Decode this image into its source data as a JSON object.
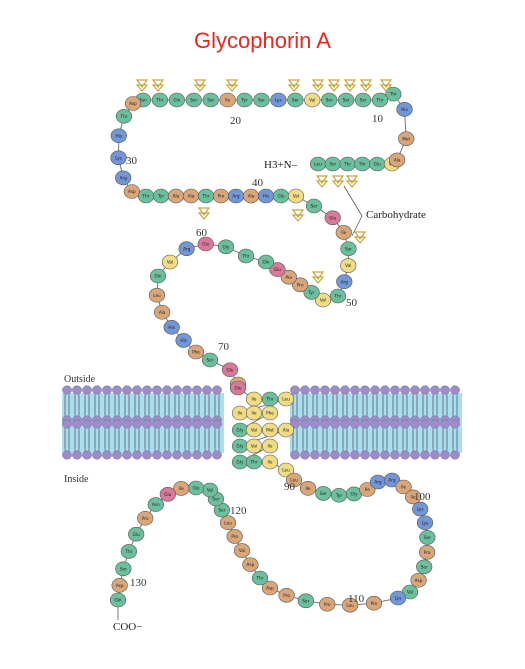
{
  "title": "Glycophorin A",
  "colors": {
    "title": "#e8281e",
    "hydrophilic": "#d9a679",
    "polar": "#6cbf9c",
    "acidic": "#d9789a",
    "basic": "#7296d6",
    "hydrophobic": "#f0dc84",
    "carbohydrate": "#c5a63a",
    "membrane_head": "#9e8cc8",
    "membrane_core": "#a7e0ea"
  },
  "labels": {
    "outside": "Outside",
    "inside": "Inside",
    "n_terminus": "H3+N–",
    "c_terminus": "COO−",
    "carbohydrate": "Carbohydrate"
  },
  "position_numbers": [
    "10",
    "20",
    "30",
    "40",
    "50",
    "60",
    "70",
    "90",
    "100",
    "110",
    "120",
    "130"
  ],
  "sequence": [
    {
      "n": 1,
      "r": "Leu",
      "t": "polar"
    },
    {
      "n": 2,
      "r": "Ser",
      "t": "polar"
    },
    {
      "n": 3,
      "r": "Thr",
      "t": "polar"
    },
    {
      "n": 4,
      "r": "Thr",
      "t": "polar"
    },
    {
      "n": 5,
      "r": "Glu",
      "t": "polar"
    },
    {
      "n": 6,
      "r": "Val",
      "t": "hydrophobic"
    },
    {
      "n": 7,
      "r": "Ala",
      "t": "hydrophilic"
    },
    {
      "n": 8,
      "r": "Met",
      "t": "hydrophilic"
    },
    {
      "n": 9,
      "r": "His",
      "t": "basic"
    },
    {
      "n": 10,
      "r": "Thr",
      "t": "polar"
    },
    {
      "n": 11,
      "r": "Thr",
      "t": "polar"
    },
    {
      "n": 12,
      "r": "Ser",
      "t": "polar"
    },
    {
      "n": 13,
      "r": "Ser",
      "t": "polar"
    },
    {
      "n": 14,
      "r": "Ser",
      "t": "polar"
    },
    {
      "n": 15,
      "r": "Val",
      "t": "hydrophobic"
    },
    {
      "n": 16,
      "r": "Ser",
      "t": "polar"
    },
    {
      "n": 17,
      "r": "Lys",
      "t": "basic"
    },
    {
      "n": 18,
      "r": "Ser",
      "t": "polar"
    },
    {
      "n": 19,
      "r": "Tyr",
      "t": "polar"
    },
    {
      "n": 20,
      "r": "Ile",
      "t": "hydrophilic"
    },
    {
      "n": 21,
      "r": "Ser",
      "t": "polar"
    },
    {
      "n": 22,
      "r": "Ser",
      "t": "polar"
    },
    {
      "n": 23,
      "r": "Gln",
      "t": "polar"
    },
    {
      "n": 24,
      "r": "Thr",
      "t": "polar"
    },
    {
      "n": 25,
      "r": "Asn",
      "t": "polar"
    },
    {
      "n": 26,
      "r": "Asp",
      "t": "hydrophilic"
    },
    {
      "n": 27,
      "r": "Thr",
      "t": "polar"
    },
    {
      "n": 28,
      "r": "His",
      "t": "basic"
    },
    {
      "n": 29,
      "r": "Lys",
      "t": "basic"
    },
    {
      "n": 30,
      "r": "Arg",
      "t": "basic"
    },
    {
      "n": 31,
      "r": "Asp",
      "t": "hydrophilic"
    },
    {
      "n": 32,
      "r": "Thr",
      "t": "polar"
    },
    {
      "n": 33,
      "r": "Tyr",
      "t": "polar"
    },
    {
      "n": 34,
      "r": "Ala",
      "t": "hydrophilic"
    },
    {
      "n": 35,
      "r": "Ala",
      "t": "hydrophilic"
    },
    {
      "n": 36,
      "r": "Thr",
      "t": "polar"
    },
    {
      "n": 37,
      "r": "Pro",
      "t": "hydrophilic"
    },
    {
      "n": 38,
      "r": "Arg",
      "t": "basic"
    },
    {
      "n": 39,
      "r": "Ala",
      "t": "hydrophilic"
    },
    {
      "n": 40,
      "r": "His",
      "t": "basic"
    },
    {
      "n": 41,
      "r": "Glu",
      "t": "polar"
    },
    {
      "n": 42,
      "r": "Val",
      "t": "hydrophobic"
    },
    {
      "n": 43,
      "r": "Ser",
      "t": "polar"
    },
    {
      "n": 44,
      "r": "Glu",
      "t": "acidic"
    },
    {
      "n": 45,
      "r": "Ile",
      "t": "hydrophilic"
    },
    {
      "n": 46,
      "r": "Ser",
      "t": "polar"
    },
    {
      "n": 47,
      "r": "Val",
      "t": "hydrophobic"
    },
    {
      "n": 48,
      "r": "Arg",
      "t": "basic"
    },
    {
      "n": 49,
      "r": "Thr",
      "t": "polar"
    },
    {
      "n": 50,
      "r": "Val",
      "t": "hydrophobic"
    },
    {
      "n": 51,
      "r": "Tyr",
      "t": "polar"
    },
    {
      "n": 52,
      "r": "Pro",
      "t": "hydrophilic"
    },
    {
      "n": 53,
      "r": "Pro",
      "t": "hydrophilic"
    },
    {
      "n": 54,
      "r": "Glu",
      "t": "acidic"
    },
    {
      "n": 55,
      "r": "Gln",
      "t": "polar"
    },
    {
      "n": 56,
      "r": "Thr",
      "t": "polar"
    },
    {
      "n": 57,
      "r": "Gly",
      "t": "polar"
    },
    {
      "n": 58,
      "r": "Glu",
      "t": "acidic"
    },
    {
      "n": 59,
      "r": "Arg",
      "t": "basic"
    },
    {
      "n": 60,
      "r": "Val",
      "t": "hydrophobic"
    },
    {
      "n": 61,
      "r": "Gln",
      "t": "polar"
    },
    {
      "n": 62,
      "r": "Leu",
      "t": "hydrophilic"
    },
    {
      "n": 63,
      "r": "Ala",
      "t": "hydrophilic"
    },
    {
      "n": 64,
      "r": "His",
      "t": "basic"
    },
    {
      "n": 65,
      "r": "His",
      "t": "basic"
    },
    {
      "n": 66,
      "r": "Phe",
      "t": "hydrophilic"
    },
    {
      "n": 67,
      "r": "Ser",
      "t": "polar"
    },
    {
      "n": 68,
      "r": "Glu",
      "t": "acidic"
    },
    {
      "n": 69,
      "r": "Pro",
      "t": "hydrophilic"
    },
    {
      "n": 70,
      "r": "Glu",
      "t": "acidic"
    },
    {
      "n": 71,
      "r": "Ile",
      "t": "hydrophobic"
    },
    {
      "n": 72,
      "r": "Thr",
      "t": "polar"
    },
    {
      "n": 73,
      "r": "Leu",
      "t": "hydrophobic"
    },
    {
      "n": 74,
      "r": "Ile",
      "t": "hydrophobic"
    },
    {
      "n": 75,
      "r": "Ile",
      "t": "hydrophobic"
    },
    {
      "n": 76,
      "r": "Phe",
      "t": "hydrophobic"
    },
    {
      "n": 77,
      "r": "Gly",
      "t": "polar"
    },
    {
      "n": 78,
      "r": "Val",
      "t": "hydrophobic"
    },
    {
      "n": 79,
      "r": "Met",
      "t": "hydrophobic"
    },
    {
      "n": 80,
      "r": "Ala",
      "t": "hydrophobic"
    },
    {
      "n": 81,
      "r": "Gly",
      "t": "polar"
    },
    {
      "n": 82,
      "r": "Val",
      "t": "hydrophobic"
    },
    {
      "n": 83,
      "r": "Ile",
      "t": "hydrophobic"
    },
    {
      "n": 84,
      "r": "Gly",
      "t": "polar"
    },
    {
      "n": 85,
      "r": "Thr",
      "t": "polar"
    },
    {
      "n": 86,
      "r": "Ile",
      "t": "hydrophobic"
    },
    {
      "n": 87,
      "r": "Leu",
      "t": "hydrophobic"
    },
    {
      "n": 88,
      "r": "Leu",
      "t": "hydrophilic"
    },
    {
      "n": 89,
      "r": "Ile",
      "t": "hydrophilic"
    },
    {
      "n": 90,
      "r": "Ser",
      "t": "polar"
    },
    {
      "n": 91,
      "r": "Tyr",
      "t": "polar"
    },
    {
      "n": 92,
      "r": "Gly",
      "t": "polar"
    },
    {
      "n": 93,
      "r": "Ile",
      "t": "hydrophilic"
    },
    {
      "n": 94,
      "r": "Arg",
      "t": "basic"
    },
    {
      "n": 95,
      "r": "Arg",
      "t": "basic"
    },
    {
      "n": 96,
      "r": "Ile",
      "t": "hydrophilic"
    },
    {
      "n": 97,
      "r": "Ile",
      "t": "hydrophilic"
    },
    {
      "n": 98,
      "r": "Lys",
      "t": "basic"
    },
    {
      "n": 99,
      "r": "Lys",
      "t": "basic"
    },
    {
      "n": 100,
      "r": "Ser",
      "t": "polar"
    },
    {
      "n": 101,
      "r": "Pro",
      "t": "hydrophilic"
    },
    {
      "n": 102,
      "r": "Ser",
      "t": "polar"
    },
    {
      "n": 103,
      "r": "Asp",
      "t": "hydrophilic"
    },
    {
      "n": 104,
      "r": "Val",
      "t": "polar"
    },
    {
      "n": 105,
      "r": "Lys",
      "t": "basic"
    },
    {
      "n": 106,
      "r": "Pro",
      "t": "hydrophilic"
    },
    {
      "n": 107,
      "r": "Leu",
      "t": "hydrophilic"
    },
    {
      "n": 108,
      "r": "Pro",
      "t": "hydrophilic"
    },
    {
      "n": 109,
      "r": "Ser",
      "t": "polar"
    },
    {
      "n": 110,
      "r": "Pro",
      "t": "hydrophilic"
    },
    {
      "n": 111,
      "r": "Asp",
      "t": "hydrophilic"
    },
    {
      "n": 112,
      "r": "Thr",
      "t": "polar"
    },
    {
      "n": 113,
      "r": "Asp",
      "t": "hydrophilic"
    },
    {
      "n": 114,
      "r": "Val",
      "t": "hydrophilic"
    },
    {
      "n": 115,
      "r": "Pro",
      "t": "hydrophilic"
    },
    {
      "n": 116,
      "r": "Leu",
      "t": "hydrophilic"
    },
    {
      "n": 117,
      "r": "Ser",
      "t": "polar"
    },
    {
      "n": 118,
      "r": "Ser",
      "t": "polar"
    },
    {
      "n": 119,
      "r": "Val",
      "t": "polar"
    },
    {
      "n": 120,
      "r": "Glu",
      "t": "polar"
    },
    {
      "n": 121,
      "r": "Ile",
      "t": "hydrophilic"
    },
    {
      "n": 122,
      "r": "Glu",
      "t": "acidic"
    },
    {
      "n": 123,
      "r": "Asn",
      "t": "polar"
    },
    {
      "n": 124,
      "r": "Pro",
      "t": "hydrophilic"
    },
    {
      "n": 125,
      "r": "Glu",
      "t": "polar"
    },
    {
      "n": 126,
      "r": "Thr",
      "t": "polar"
    },
    {
      "n": 127,
      "r": "Ser",
      "t": "polar"
    },
    {
      "n": 128,
      "r": "Asp",
      "t": "hydrophilic"
    },
    {
      "n": 129,
      "r": "Gln",
      "t": "polar"
    }
  ]
}
